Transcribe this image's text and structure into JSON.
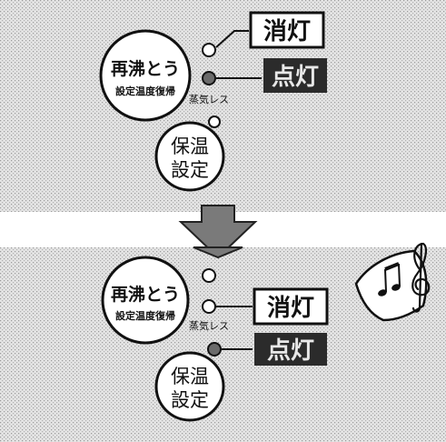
{
  "colors": {
    "panel_bg": "#d6d6d6",
    "stroke": "#111111",
    "lamp_on": "#6b6b6b",
    "label_on_bg": "#2b2b2b",
    "label_off_bg": "#ffffff",
    "arrow": "#7a7a7a"
  },
  "top_panel": {
    "reboil_button": {
      "line1": "再沸とう",
      "line2": "設定温度復帰"
    },
    "keep_warm_button": {
      "line1": "保温",
      "line2": "設定"
    },
    "steam_less_label": "蒸気レス",
    "label_off": "消灯",
    "label_on": "点灯"
  },
  "bottom_panel": {
    "reboil_button": {
      "line1": "再沸とう",
      "line2": "設定温度復帰"
    },
    "keep_warm_button": {
      "line1": "保温",
      "line2": "設定"
    },
    "steam_less_label": "蒸気レス",
    "label_off": "消灯",
    "label_on": "点灯",
    "sound_icon": "music-notes-icon"
  },
  "arrow_icon": "down-arrow-icon"
}
